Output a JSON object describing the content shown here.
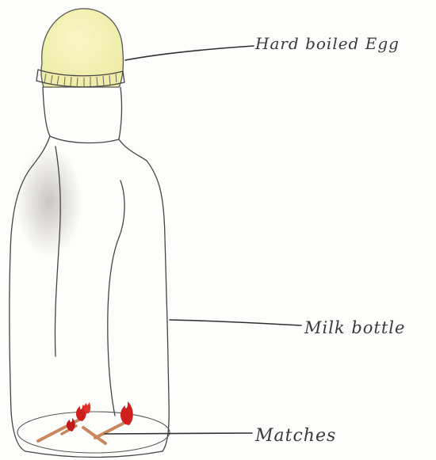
{
  "labels": {
    "egg": "Hard boiled Egg",
    "bottle": "Milk bottle",
    "matches": "Matches"
  },
  "colors": {
    "egg_fill": "#f4f2b8",
    "pencil": "#444444",
    "flame": "#d01f1f",
    "match_stick": "#c9875e",
    "shading": "#b8b4b0"
  },
  "icons": {
    "egg": "egg-icon",
    "bottle": "bottle-icon",
    "matches": "burning-matches-icon"
  }
}
